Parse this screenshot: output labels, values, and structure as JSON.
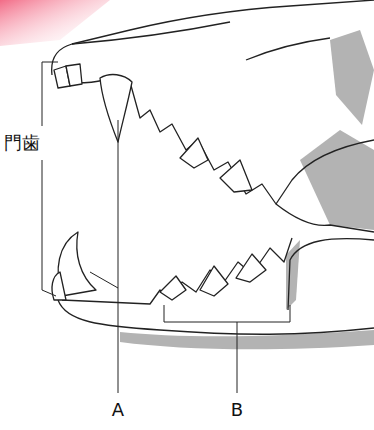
{
  "diagram": {
    "labels": [
      "門歯",
      "A",
      "B"
    ]
  }
}
